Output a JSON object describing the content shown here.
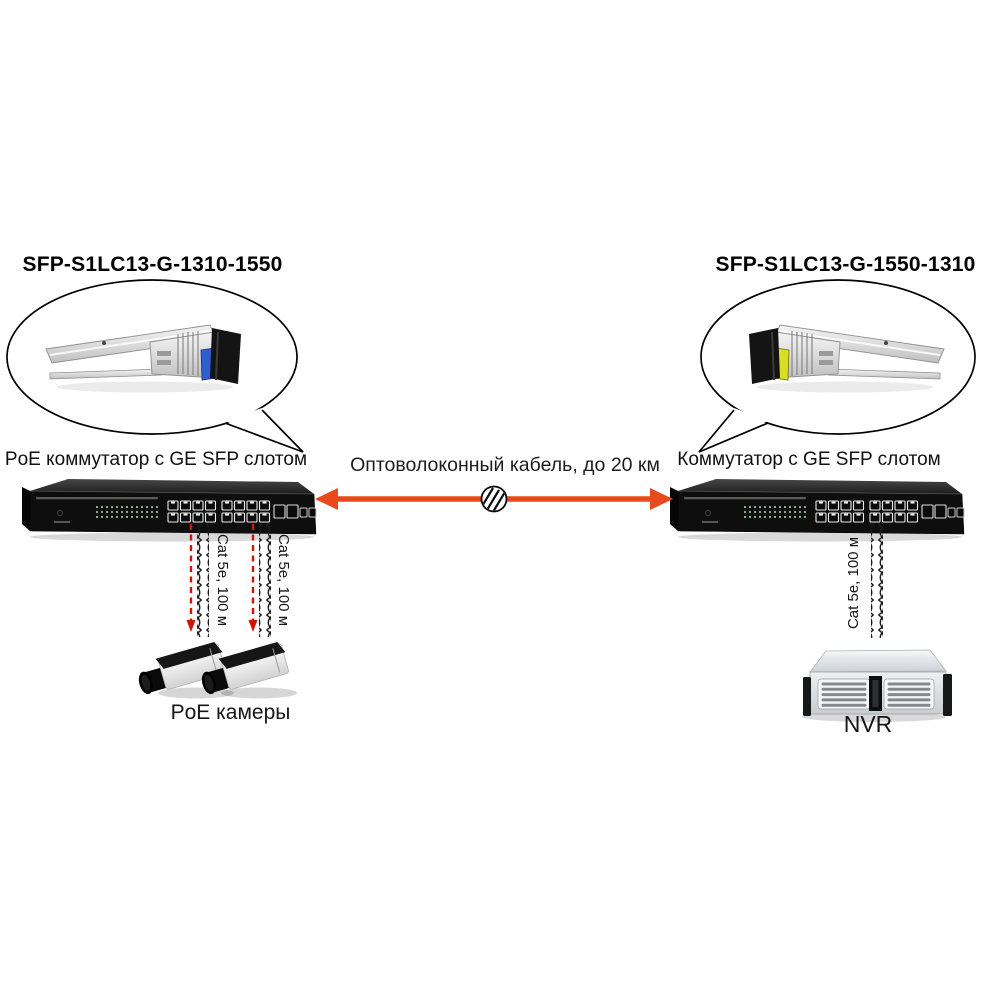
{
  "left": {
    "sfp_title": "SFP-S1LC13-G-1310-1550",
    "switch_caption": "PoE коммутатор с GE SFP слотом",
    "cable1_label": "Cat 5e, 100 м",
    "cable2_label": "Cat 5e, 100 м",
    "cameras_caption": "PoE камеры"
  },
  "right": {
    "sfp_title": "SFP-S1LC13-G-1550-1310",
    "switch_caption": "Коммутатор с GE SFP слотом",
    "cable_label": "Cat 5e, 100 м",
    "nvr_caption": "NVR"
  },
  "fiber": {
    "label": "Оптоволоконный кабель, до 20 км"
  },
  "colors": {
    "fiber_arrow": "#E8491D",
    "utp_arrow": "#D01505",
    "latch_left": "#2E5FD0",
    "latch_right": "#D9E021"
  }
}
